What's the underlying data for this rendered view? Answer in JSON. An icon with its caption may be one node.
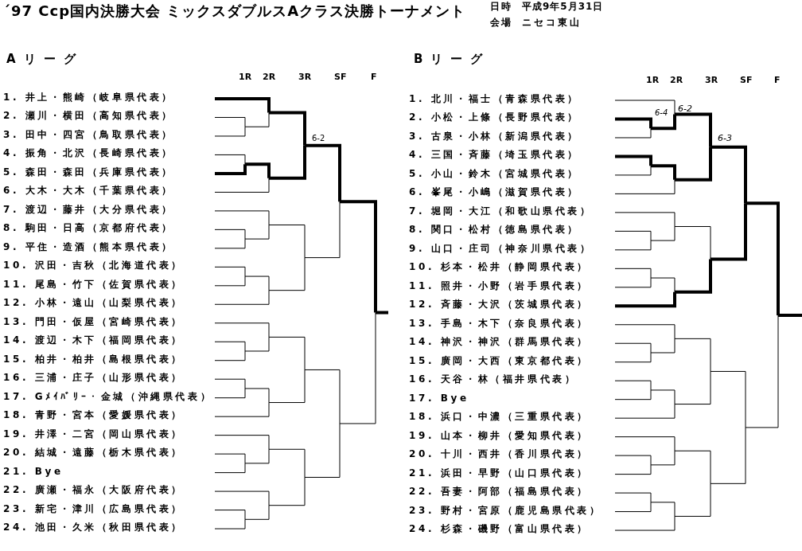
{
  "diagram": {
    "title": "´97 Ccp国内決勝大会 ミックスダブルスAクラス決勝トーナメント",
    "labels": [
      "日時",
      "平成9年5月31日",
      "会場",
      "ニセコ東山",
      "Aリーグ",
      "Bリーグ",
      "1R",
      "2R",
      "3R",
      "SF",
      "F",
      "1R",
      "2R",
      "3R",
      "SF",
      "F",
      "1. 井上・熊崎（岐阜県代表）",
      "2. 瀬川・横田（高知県代表）",
      "3. 田中・四宮（鳥取県代表）",
      "4. 振角・北沢（長崎県代表）",
      "5. 森田・森田（兵庫県代表）",
      "6. 大木・大木（千葉県代表）",
      "7. 渡辺・藤井（大分県代表）",
      "8. 駒田・日高（京都府代表）",
      "9. 平住・造酒（熊本県代表）",
      "10. 沢田・吉秋（北海道代表）",
      "11. 尾島・竹下（佐賀県代表）",
      "12. 小林・遠山（山梨県代表）",
      "13. 門田・仮屋（宮崎県代表）",
      "14. 渡辺・木下（福岡県代表）",
      "15. 柏井・柏井（島根県代表）",
      "16. 三浦・庄子（山形県代表）",
      "17. Gﾒｲﾊﾞﾘｰ・金城（沖縄県代表）",
      "18. 青野・宮本（愛媛県代表）",
      "19. 井澤・二宮（岡山県代表）",
      "20. 結城・遠藤（栃木県代表）",
      "21. Bye",
      "22. 廣瀬・福永（大阪府代表）",
      "23. 新宅・津川（広島県代表）",
      "24. 池田・久米（秋田県代表）",
      "6-2",
      "1. 北川・福士（青森県代表）",
      "2. 小松・上條（長野県代表）",
      "3. 古泉・小林（新潟県代表）",
      "4. 三国・斉藤（埼玉県代表）",
      "5. 小山・鈴木（宮城県代表）",
      "6. 峯尾・小嶋（滋賀県代表）",
      "7. 堀岡・大江（和歌山県代表）",
      "8. 関口・松村（徳島県代表）",
      "9. 山口・庄司（神奈川県代表）",
      "10. 杉本・松井（静岡県代表）",
      "11. 照井・小野（岩手県代表）",
      "12. 斉藤・大沢（茨城県代表）",
      "13. 手島・木下（奈良県代表）",
      "14. 神沢・神沢（群馬県代表）",
      "15. 廣岡・大西（東京都代表）",
      "16. 天谷・林（福井県代表）",
      "17. Bye",
      "18. 浜口・中濃（三重県代表）",
      "19. 山本・柳井（愛知県代表）",
      "20. 十川・西井（香川県代表）",
      "21. 浜田・早野（山口県代表）",
      "22. 吾妻・阿部（福島県代表）",
      "23. 野村・宮原（鹿児島県代表）",
      "24. 杉森・磯野（富山県代表）",
      "6-4",
      "6-2",
      "6-3"
    ]
  }
}
